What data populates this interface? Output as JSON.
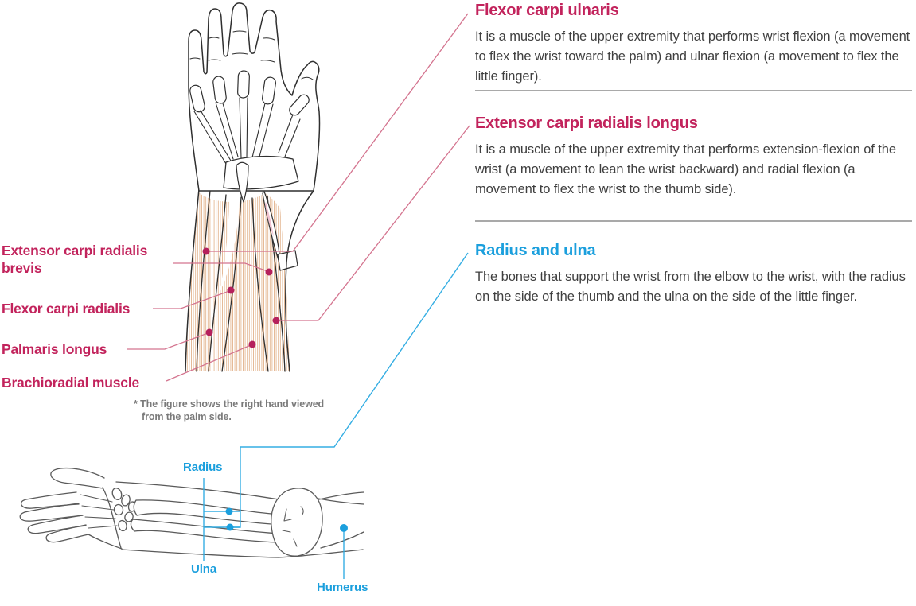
{
  "colors": {
    "accent_red": "#c2235c",
    "accent_blue": "#1b9fdd",
    "leader_red": "#d4748f",
    "leader_blue": "#35aee3",
    "body_text": "#3f3f3f",
    "note_text": "#7a7a7a",
    "divider": "#a9a9a9",
    "muscle_hatch": "#dfa87c",
    "figure_outline_dark": "#2f2f2f",
    "figure_outline_gray": "#5a5a5a"
  },
  "sections": [
    {
      "title": "Flexor carpi ulnaris",
      "body": "It is a muscle of the upper extremity that performs wrist flexion (a movement to flex the wrist toward the palm) and ulnar flexion (a movement to flex the little finger)."
    },
    {
      "title": "Extensor carpi radialis longus",
      "body": "It is a muscle of the upper extremity that performs extension-flexion of the wrist (a movement to lean the wrist backward) and radial flexion (a movement to flex the wrist to the thumb side)."
    },
    {
      "title": "Radius and ulna",
      "body": "The bones that support the wrist from the elbow to the wrist, with the radius on the side of the thumb and the ulna on the side of the little finger."
    }
  ],
  "muscle_labels": [
    {
      "label": "Extensor carpi radialis brevis"
    },
    {
      "label": "Flexor carpi radialis"
    },
    {
      "label": "Palmaris longus"
    },
    {
      "label": "Brachioradial muscle"
    }
  ],
  "bone_labels": [
    {
      "label": "Radius"
    },
    {
      "label": "Ulna"
    },
    {
      "label": "Humerus"
    }
  ],
  "note": {
    "line1": "* The figure shows the right hand viewed",
    "line2": "from the palm side."
  }
}
